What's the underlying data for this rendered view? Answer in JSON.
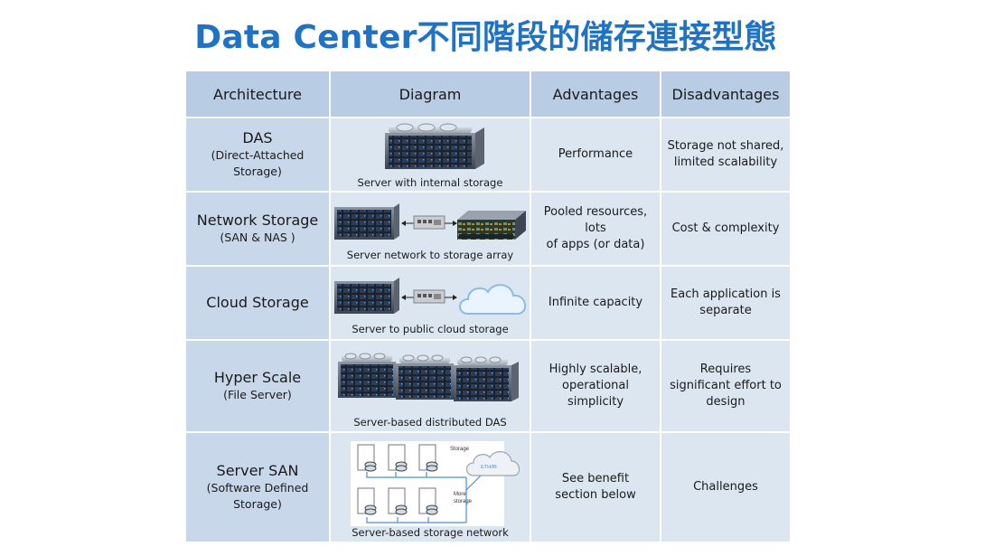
{
  "title": "Data Center不同階段的儲存連接型態",
  "table": {
    "headers": {
      "architecture": "Architecture",
      "diagram": "Diagram",
      "advantages": "Advantages",
      "disadvantages": "Disadvantages"
    },
    "rows": [
      {
        "name": "DAS",
        "subtitle": "(Direct-Attached Storage)",
        "caption": "Server with internal storage",
        "advantages": "Performance",
        "disadvantages": "Storage not shared,\nlimited scalability"
      },
      {
        "name": "Network Storage",
        "subtitle": "(SAN & NAS )",
        "caption": "Server network to storage array",
        "advantages": "Pooled resources, lots\nof apps (or data)",
        "disadvantages": "Cost & complexity"
      },
      {
        "name": "Cloud Storage",
        "subtitle": "",
        "caption": "Server to public cloud storage",
        "advantages": "Infinite capacity",
        "disadvantages": "Each application is\nseparate"
      },
      {
        "name": "Hyper Scale",
        "subtitle": "(File Server)",
        "caption": "Server-based distributed DAS",
        "advantages": "Highly scalable,\noperational\nsimplicity",
        "disadvantages": "Requires\nsignificant effort to\ndesign"
      },
      {
        "name": "Server SAN",
        "subtitle": "(Software Defined Storage)",
        "caption": "Server-based storage network",
        "advantages": "See benefit\nsection below",
        "disadvantages": "Challenges",
        "diagram_labels": {
          "storage": "Storage",
          "more_storage_1": "More",
          "more_storage_2": "storage",
          "network": "ETH/IB"
        }
      }
    ]
  }
}
